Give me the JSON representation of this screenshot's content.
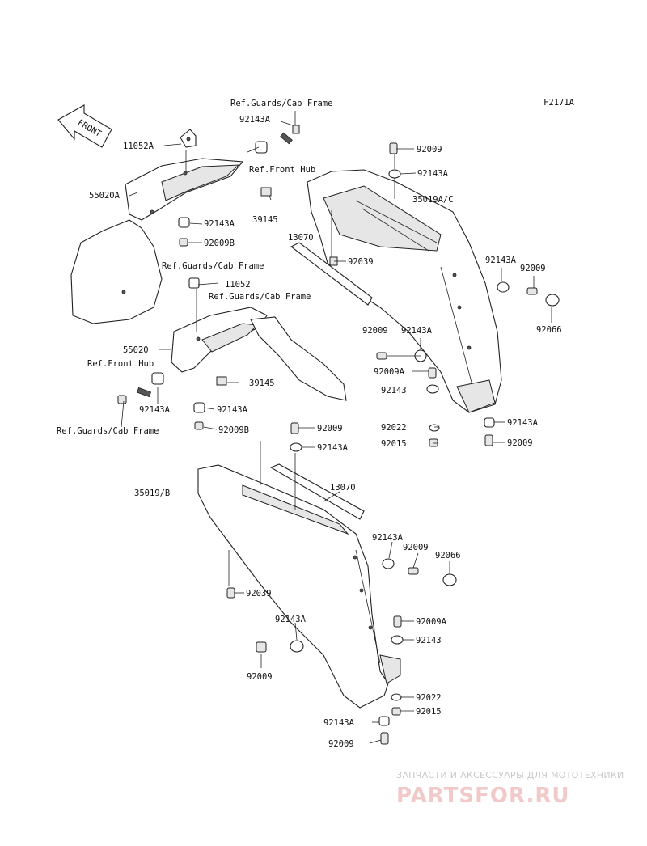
{
  "diagram_code": "F2171A",
  "front_label": "FRONT",
  "labels": {
    "ref_guards_top": "Ref.Guards/Cab Frame",
    "p92143a_top": "92143A",
    "p11052a": "11052A",
    "ref_front_hub_top": "Ref.Front Hub",
    "p55020a": "55020A",
    "p39145_top": "39145",
    "p92143a_left1": "92143A",
    "p92009b_top": "92009B",
    "ref_guards_mid1": "Ref.Guards/Cab Frame",
    "p11052": "11052",
    "ref_guards_mid2": "Ref.Guards/Cab Frame",
    "p55020": "55020",
    "ref_front_hub_bottom": "Ref.Front Hub",
    "p39145_bottom": "39145",
    "p92143a_left2": "92143A",
    "p92143a_left3": "92143A",
    "ref_guards_bottom": "Ref.Guards/Cab Frame",
    "p92009b_bottom": "92009B",
    "p92009_r1": "92009",
    "p92143a_r1": "92143A",
    "p35019ac": "35019A/C",
    "p13070_r": "13070",
    "p92039_r": "92039",
    "p92143a_r2": "92143A",
    "p92009_r2": "92009",
    "p92066_r": "92066",
    "p92009_r3": "92009",
    "p92143a_r3": "92143A",
    "p92009a_r": "92009A",
    "p92143_r": "92143",
    "p92022_r": "92022",
    "p92015_r": "92015",
    "p92143a_r4": "92143A",
    "p92009_r4": "92009",
    "p92009_b1": "92009",
    "p92143a_b1": "92143A",
    "p35019b": "35019/B",
    "p13070_b": "13070",
    "p92143a_b2": "92143A",
    "p92009_b2": "92009",
    "p92066_b": "92066",
    "p92039_b": "92039",
    "p92143a_b3": "92143A",
    "p92009a_b": "92009A",
    "p92143_b": "92143",
    "p92009_b3": "92009",
    "p92022_b": "92022",
    "p92015_b": "92015",
    "p92143a_b4": "92143A",
    "p92009_b4": "92009"
  },
  "watermark": {
    "tagline": "ЗАПЧАСТИ И АКСЕССУАРЫ ДЛЯ МОТОТЕХНИКИ",
    "brand": "PARTSFOR.RU"
  }
}
